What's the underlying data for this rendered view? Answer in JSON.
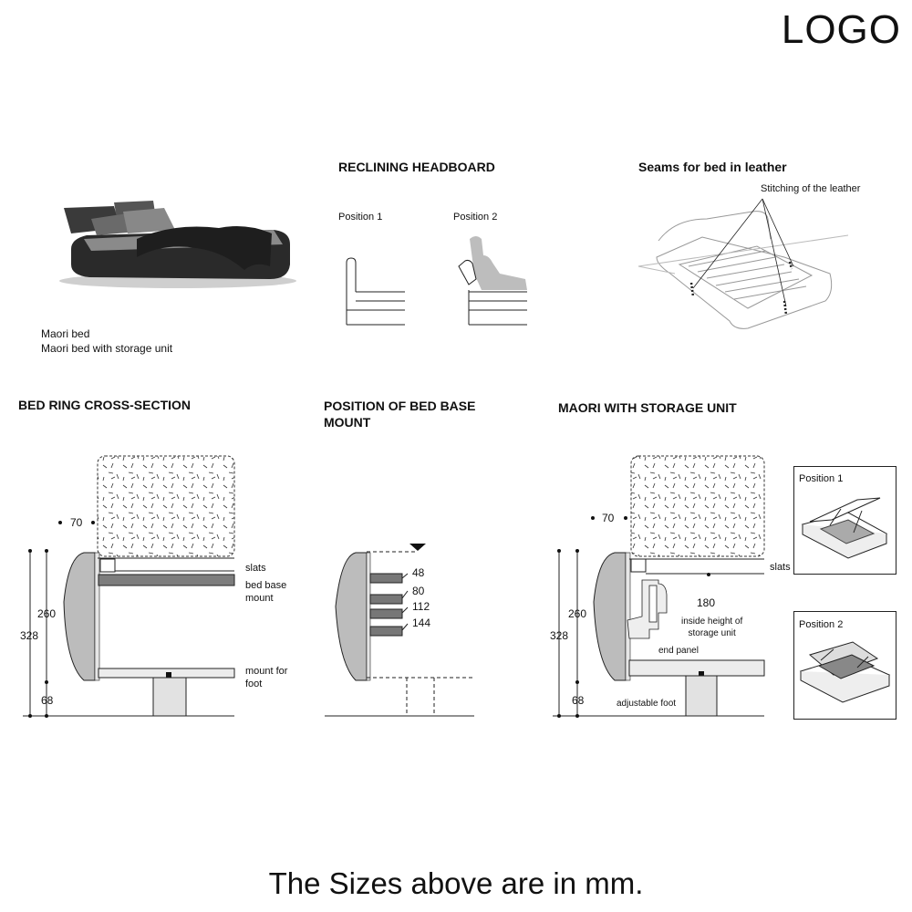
{
  "logo": "LOGO",
  "bed": {
    "line1": "Maori bed",
    "line2": "Maori bed with storage unit"
  },
  "reclining": {
    "title": "RECLINING HEADBOARD",
    "pos1": "Position 1",
    "pos2": "Position 2"
  },
  "seams": {
    "title": "Seams for bed in leather",
    "stitching": "Stitching of the leather"
  },
  "cross_section": {
    "title": "BED RING CROSS-SECTION",
    "d70": "70",
    "d260": "260",
    "d328": "328",
    "d68": "68",
    "slats": "slats",
    "bed_base_mount_1": "bed base",
    "bed_base_mount_2": "mount",
    "mount_foot_1": "mount for",
    "mount_foot_2": "foot"
  },
  "base_mount": {
    "title_1": "POSITION OF BED BASE",
    "title_2": "MOUNT",
    "p48": "48",
    "p80": "80",
    "p112": "112",
    "p144": "144"
  },
  "storage": {
    "title": "MAORI WITH STORAGE UNIT",
    "d70": "70",
    "d260": "260",
    "d328": "328",
    "d68": "68",
    "slats": "slats",
    "d180": "180",
    "inside_1": "inside height of",
    "inside_2": "storage unit",
    "end_panel": "end panel",
    "adjustable_foot": "adjustable foot",
    "pos1": "Position 1",
    "pos2": "Position 2"
  },
  "footer": "The Sizes above are in mm."
}
